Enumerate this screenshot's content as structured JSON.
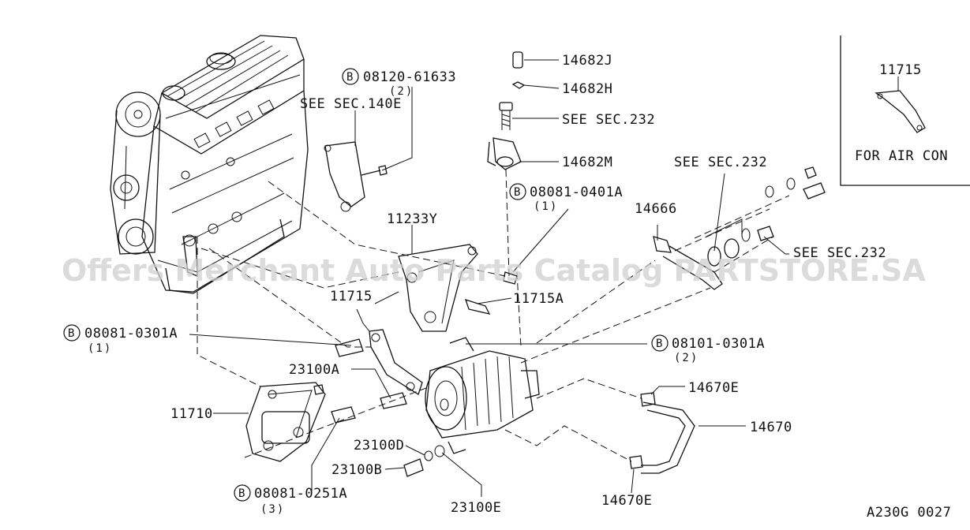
{
  "diagram_code": "A230G 0027",
  "watermark": "Offers Merchant Auto Parts Catalog PARTSTORE.SA",
  "inset": {
    "part": "11715",
    "caption": "FOR AIR CON"
  },
  "callouts": {
    "b_08120": {
      "mark": "B",
      "number": "08120-61633",
      "qty": "(2)"
    },
    "see_140e": "SEE SEC.140E",
    "p_14682j": "14682J",
    "p_14682h": "14682H",
    "see_232_a": "SEE SEC.232",
    "p_14682m": "14682M",
    "b_08081_0401": {
      "mark": "B",
      "number": "08081-0401A",
      "qty": "(1)"
    },
    "see_232_b": "SEE SEC.232",
    "p_14666": "14666",
    "see_232_c": "SEE SEC.232",
    "p_11233y": "11233Y",
    "p_11715": "11715",
    "p_11715a": "11715A",
    "b_08081_0301": {
      "mark": "B",
      "number": "08081-0301A",
      "qty": "(1)"
    },
    "b_08101_0301": {
      "mark": "B",
      "number": "08101-0301A",
      "qty": "(2)"
    },
    "p_23100a": "23100A",
    "p_14670e_top": "14670E",
    "p_11710": "11710",
    "p_14670": "14670",
    "p_23100d": "23100D",
    "p_23100b": "23100B",
    "b_08081_0251": {
      "mark": "B",
      "number": "08081-0251A",
      "qty": "(3)"
    },
    "p_23100e": "23100E",
    "p_14670e_bottom": "14670E"
  }
}
